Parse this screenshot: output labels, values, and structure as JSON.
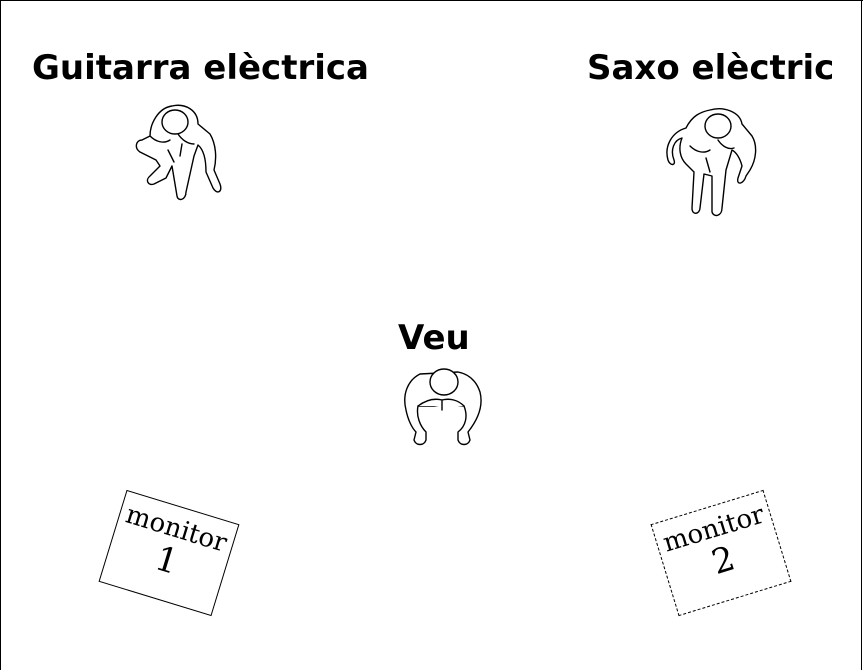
{
  "stage": {
    "performers": [
      {
        "id": "guitar",
        "label": "Guitarra elèctrica"
      },
      {
        "id": "sax",
        "label": "Saxo elèctric"
      },
      {
        "id": "voice",
        "label": "Veu"
      }
    ],
    "monitors": [
      {
        "word": "monitor",
        "number": "1"
      },
      {
        "word": "monitor",
        "number": "2"
      }
    ]
  }
}
